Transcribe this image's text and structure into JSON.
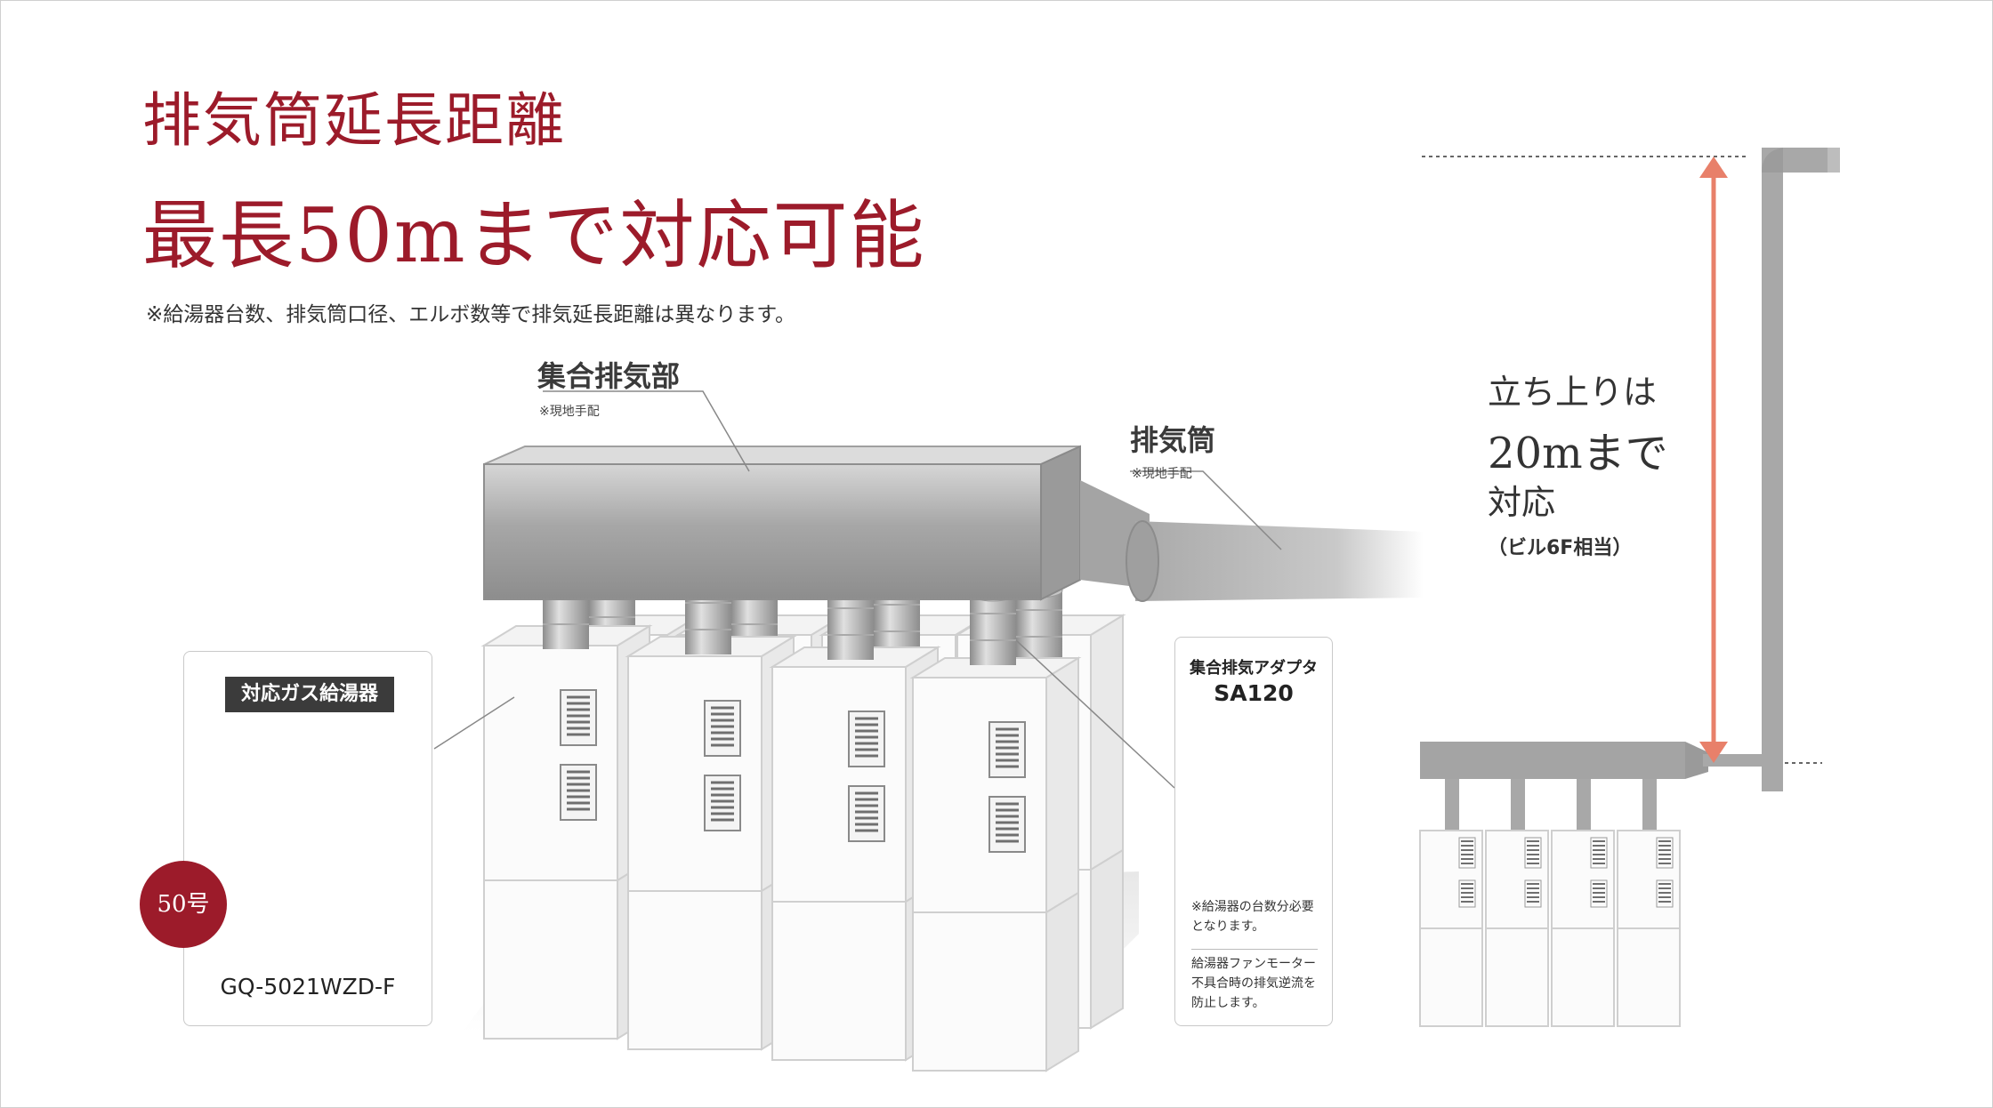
{
  "headline": {
    "line1": "排気筒延長距離",
    "line2": "最長50mまで対応可能",
    "note": "※給湯器台数、排気筒口径、エルボ数等で排気延長距離は異なります。"
  },
  "labels": {
    "header_unit": "集合排気部",
    "header_unit_note": "※現地手配",
    "exhaust_pipe": "排気筒",
    "exhaust_pipe_note": "※現地手配"
  },
  "heater": {
    "tag": "対応ガス給湯器",
    "model": "GQ-5021WZD-F",
    "badge": "50号"
  },
  "adapter": {
    "title": "集合排気アダプタ",
    "model": "SA120",
    "note1": "※給湯器の台数分必要となります。",
    "note2": "給湯器ファンモーター不具合時の排気逆流を防止します。"
  },
  "rise": {
    "line1": "立ち上りは",
    "line2": "20mまで",
    "line3": "対応",
    "line4": "（ビル6F相当）"
  },
  "colors": {
    "accent": "#9c1b2a",
    "arrow": "#e8806a",
    "pipe": "#b4b4b4",
    "unit_face": "#fbfbfb",
    "unit_border": "#cfcfcf"
  }
}
